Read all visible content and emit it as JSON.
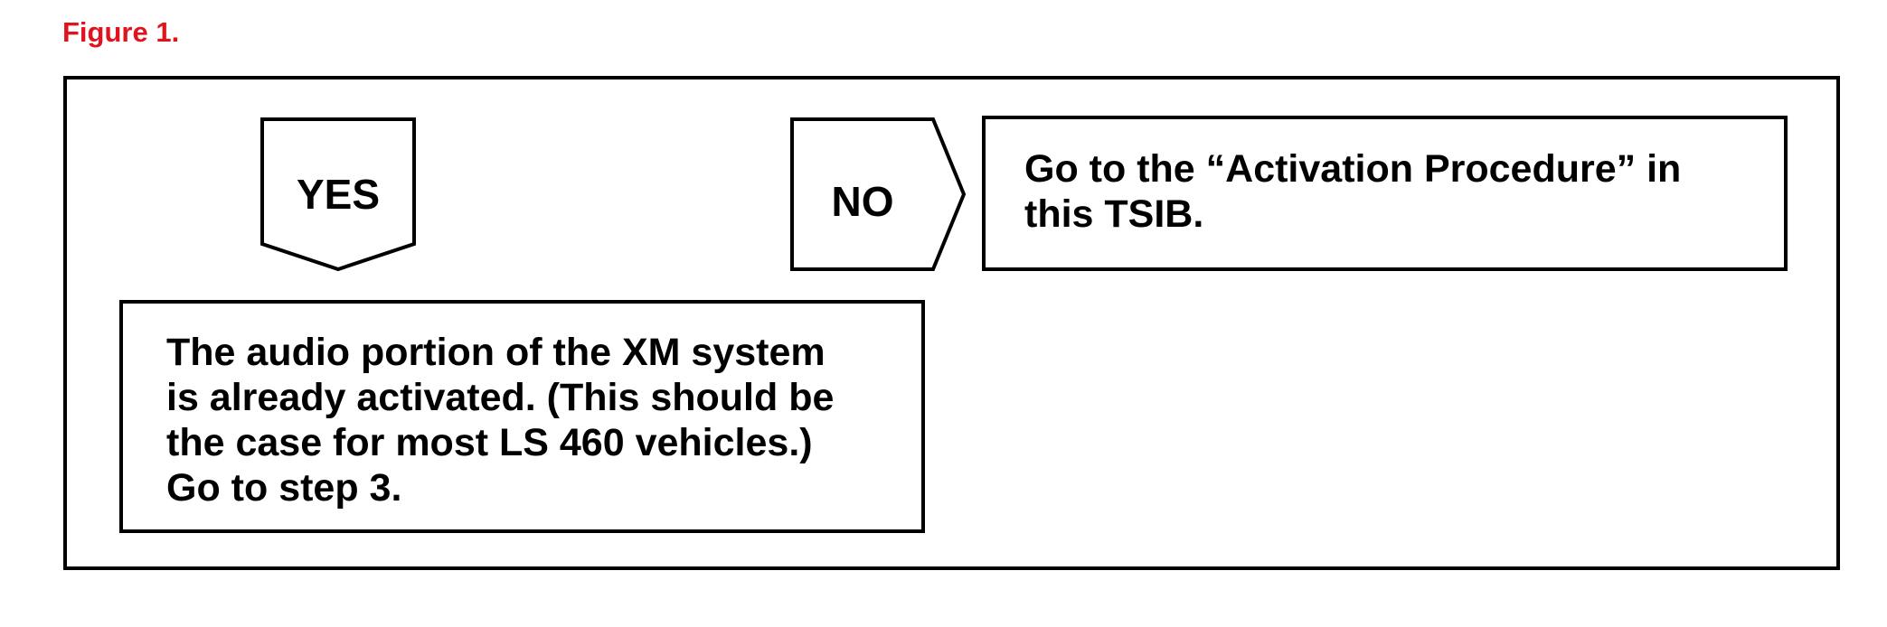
{
  "caption": "Figure 1.",
  "colors": {
    "caption": "#e0141e",
    "stroke": "#000000",
    "background": "#ffffff"
  },
  "flowchart": {
    "yes_label": "YES",
    "no_label": "NO",
    "no_result": "Go to the “Activation Procedure” in\nthis TSIB.",
    "yes_result": "The audio portion of the XM system\nis already activated. (This should be\nthe case for most LS 460 vehicles.)\nGo to step 3."
  }
}
